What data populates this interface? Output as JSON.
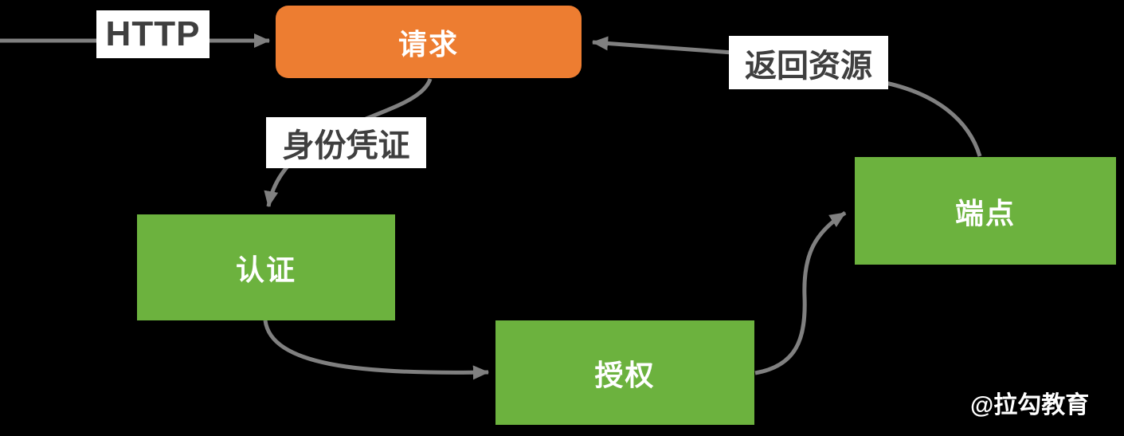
{
  "diagram": {
    "title_hint": "HTTP request authentication flow",
    "nodes": {
      "request": {
        "label": "请求"
      },
      "auth": {
        "label": "认证"
      },
      "authz": {
        "label": "授权"
      },
      "endpoint": {
        "label": "端点"
      }
    },
    "edge_labels": {
      "http": "HTTP",
      "credential": "身份凭证",
      "return_resource": "返回资源"
    },
    "edges": [
      {
        "from": "external",
        "to": "request",
        "label": "HTTP"
      },
      {
        "from": "request",
        "to": "auth",
        "label": "身份凭证"
      },
      {
        "from": "auth",
        "to": "authz",
        "label": ""
      },
      {
        "from": "authz",
        "to": "endpoint",
        "label": ""
      },
      {
        "from": "endpoint",
        "to": "request",
        "label": "返回资源"
      }
    ],
    "watermark": "@拉勾教育"
  },
  "colors": {
    "background": "#000000",
    "request_fill": "#ED7D31",
    "node_fill": "#6CB23E",
    "arrow": "#808080",
    "label_bg": "#FFFFFF",
    "label_text": "#3F3F3F",
    "node_text": "#FFFFFF"
  }
}
